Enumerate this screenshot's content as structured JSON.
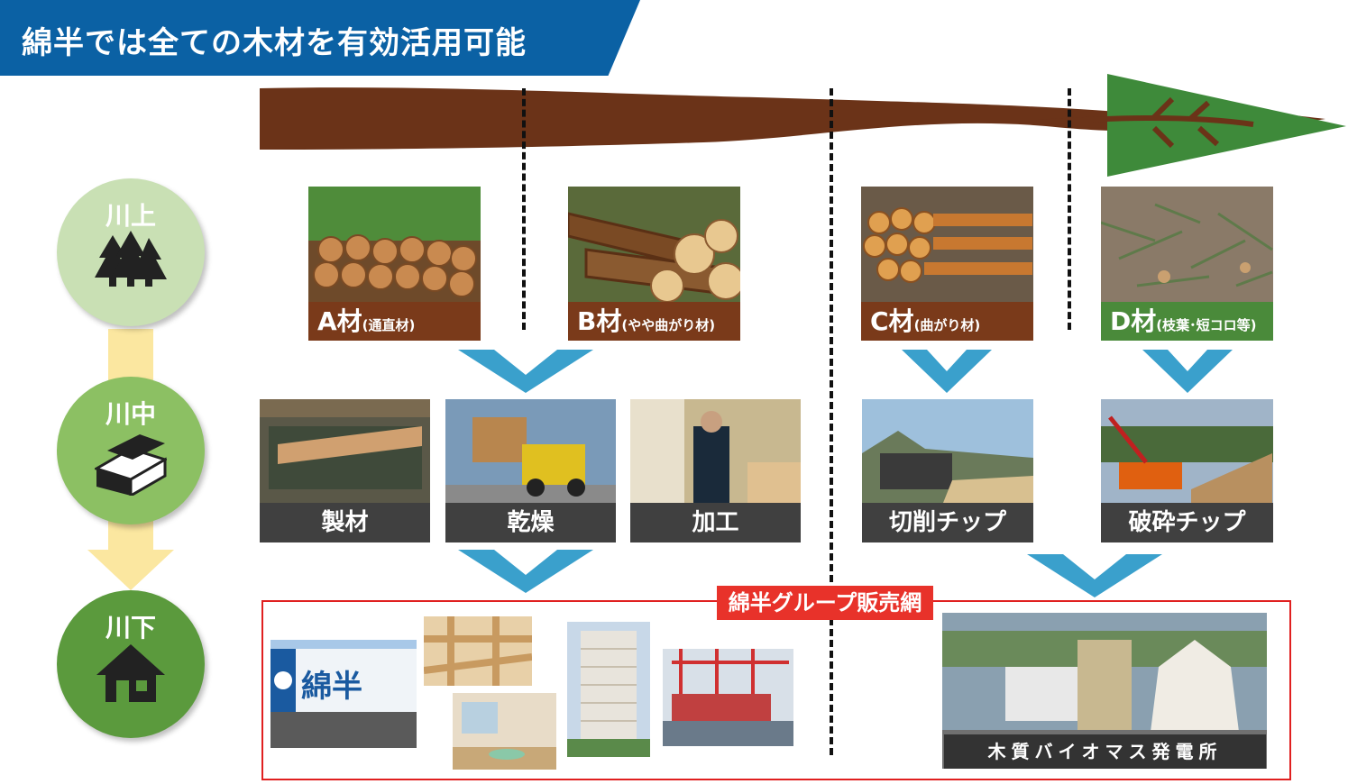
{
  "title": "綿半では全ての木材を有効活用可能",
  "levels": {
    "upstream": "川上",
    "midstream": "川中",
    "downstream": "川下"
  },
  "logs": {
    "a": {
      "grade": "A材",
      "note": "(通直材)"
    },
    "b": {
      "grade": "B材",
      "note": "(やや曲がり材)"
    },
    "c": {
      "grade": "C材",
      "note": "(曲がり材)"
    },
    "d": {
      "grade": "D材",
      "note": "(枝葉･短コロ等)"
    }
  },
  "processes": {
    "sawing": "製材",
    "drying": "乾燥",
    "processing": "加工",
    "cutting_chip": "切削チップ",
    "crushing_chip": "破砕チップ"
  },
  "sales_network": "綿半グループ販売網",
  "store_sign": "綿半",
  "biomass": "木質バイオマス発電所",
  "colors": {
    "banner": "#0b61a4",
    "trunk": "#6b3318",
    "tree_top": "#3e8a3a",
    "caption_brown": "#7a3a1a",
    "caption_green": "#4a8a3a",
    "caption_gray": "#404040",
    "chevron": "#3aa0cc",
    "circle_upstream": "#c9e0b4",
    "circle_midstream": "#8cc063",
    "circle_downstream": "#5b9a3d",
    "flow_arrow": "#fbe7a0",
    "sales_red": "#e8322a"
  }
}
